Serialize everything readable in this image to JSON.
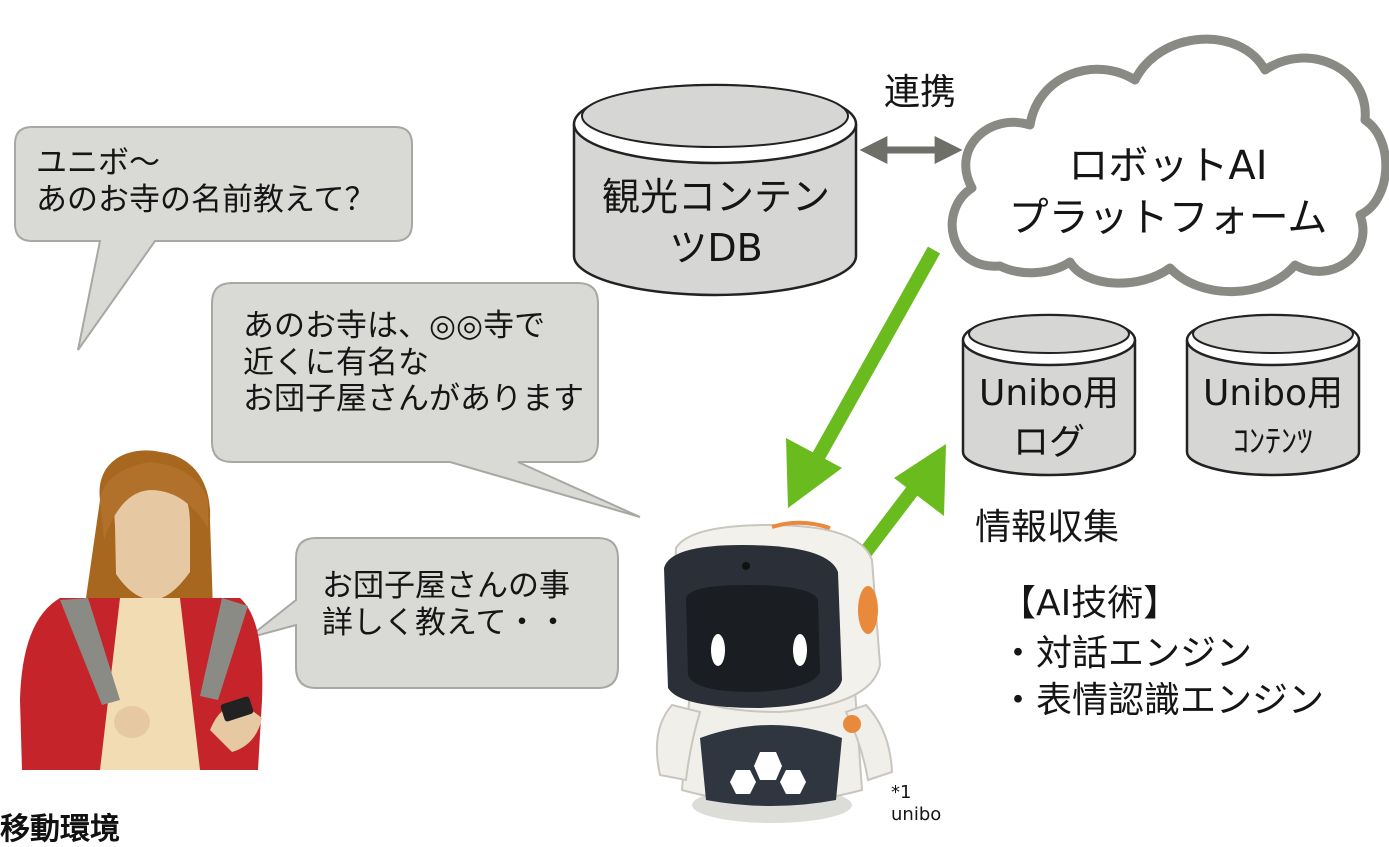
{
  "bubbles": {
    "user_question": "ユニボ〜\nあのお寺の名前教えて？",
    "robot_answer": "あのお寺は、◎◎寺で\n近くに有名な\nお団子屋さんがあります",
    "user_followup": "お団子屋さんの事\n詳しく教えて・・"
  },
  "databases": {
    "tourism": "観光コンテン\nツDB",
    "unibo_log": "Unibo用\nログ",
    "unibo_content_top": "Unibo用",
    "unibo_content_bottom": "ｺﾝﾃﾝﾂ"
  },
  "cloud": {
    "label": "ロボットAI\nプラットフォーム"
  },
  "link_label": "連携",
  "collect_label": "情報収集",
  "ai_tech": {
    "heading": "【AI技術】",
    "items": [
      "・対話エンジン",
      "・表情認識エンジン"
    ]
  },
  "footnote": "*1\nunibo",
  "bottom_title": "移動環境",
  "colors": {
    "bubble_fill": "#d9d9d6",
    "bubble_stroke": "#a8a8a3",
    "db_fill": "#d6d6d4",
    "db_stroke": "#222222",
    "cloud_stroke": "#8a8a84",
    "green_arrow": "#6abb1e",
    "gray_arrow": "#6f6f6a"
  }
}
